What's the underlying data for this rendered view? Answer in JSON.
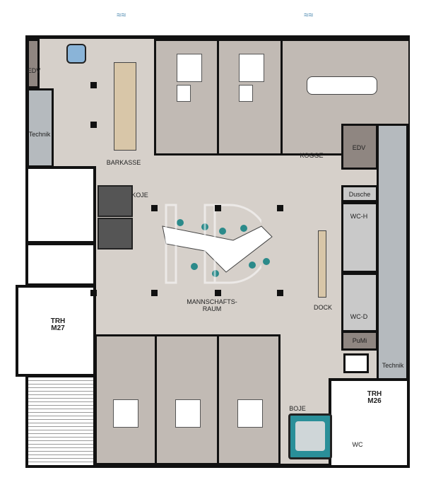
{
  "rooms": {
    "edv_left": "EDV",
    "technik_left": "Technik",
    "barkasse": "BARKASSE",
    "koje": "KOJE",
    "kogge": "KOGGE",
    "edv_right": "EDV",
    "dusche": "Dusche",
    "wc_h": "WC-H",
    "wc_d": "WC-D",
    "pumi": "PuMi",
    "dock": "DOCK",
    "mannschaftsraum_1": "MANNSCHAFTS-",
    "mannschaftsraum_2": "RAUM",
    "trh_m27_1": "TRH",
    "trh_m27_2": "M27",
    "trh_m26_1": "TRH",
    "trh_m26_2": "M26",
    "technik_right": "Technik",
    "boje": "BOJE",
    "wc": "WC"
  },
  "watermark": "HD",
  "colors": {
    "floor": "#d6d0ca",
    "office": "#c1bab4",
    "accent": "#2b8a8a",
    "boje": "#2a8f99"
  }
}
